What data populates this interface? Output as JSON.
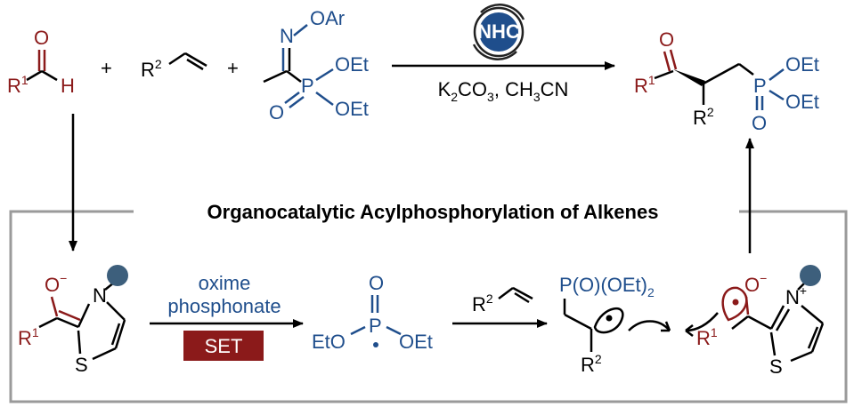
{
  "title": "Organocatalytic Acylphosphorylation of Alkenes",
  "catalyst": {
    "label": "NHC"
  },
  "conditions": {
    "base": "K",
    "base_sub1": "2",
    "base_mid": "CO",
    "base_sub2": "3",
    "sep": ", CH",
    "solv_sub": "3",
    "solv_end": "CN"
  },
  "aldehyde": {
    "R": "R",
    "sup": "1",
    "H": "H",
    "O": "O"
  },
  "alkene": {
    "R": "R",
    "sup": "2"
  },
  "oxime": {
    "N": "N",
    "OAr": "OAr",
    "P": "P",
    "OEt1": "OEt",
    "OEt2": "OEt",
    "O": "O"
  },
  "plus": "+",
  "product": {
    "O": "O",
    "R1": "R",
    "R1sup": "1",
    "R2": "R",
    "R2sup": "2",
    "P": "P",
    "O2": "O",
    "OEt1": "OEt",
    "OEt2": "OEt"
  },
  "breslow": {
    "O": "O",
    "minus": "−",
    "R": "R",
    "sup": "1",
    "N": "N",
    "S": "S"
  },
  "set_step": {
    "line1": "oxime",
    "line2": "phosphonate",
    "badge": "SET"
  },
  "phosphonyl": {
    "O": "O",
    "P": "P",
    "EtO": "EtO",
    "OEt": "OEt"
  },
  "alkene2": {
    "R": "R",
    "sup": "2"
  },
  "radical": {
    "P": "P(O)(OEt)",
    "sub": "2",
    "R": "R",
    "sup": "2"
  },
  "ketyl": {
    "O": "O",
    "minus": "−",
    "R": "R",
    "sup": "1",
    "N": "N",
    "plus": "+",
    "S": "S"
  },
  "colors": {
    "dark_red": "#8b1a1a",
    "blue": "#1f4e8c",
    "circle": "#3d5f7c",
    "badge": "#8b1a1a",
    "box": "#999999",
    "nhc": "#1f4e8c"
  }
}
